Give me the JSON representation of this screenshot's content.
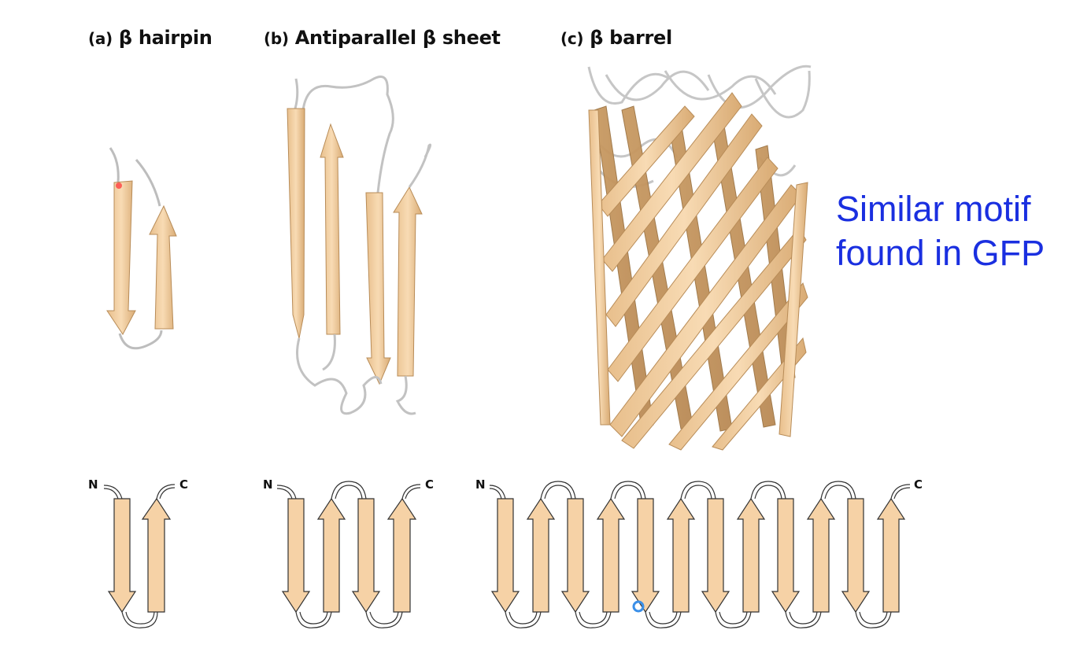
{
  "panels": [
    {
      "tag": "(a)",
      "label": "β hairpin"
    },
    {
      "tag": "(b)",
      "label": "Antiparallel β sheet"
    },
    {
      "tag": "(c)",
      "label": "β barrel"
    }
  ],
  "annotation": {
    "line1": "Similar motif",
    "line2": "found in GFP"
  },
  "topology": {
    "n_label": "N",
    "c_label": "C"
  },
  "colors": {
    "strand_fill": "#f6d2a6",
    "strand_ribbon": "#e9c08e",
    "coil": "#c9c9c9",
    "annotation": "#1a2fe0"
  }
}
